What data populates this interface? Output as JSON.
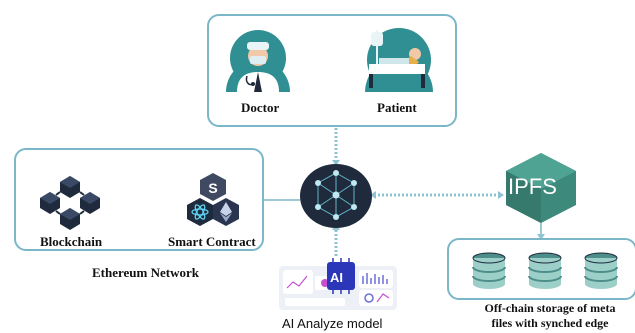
{
  "top_box": {
    "doctor_label": "Doctor",
    "patient_label": "Patient"
  },
  "left_box": {
    "blockchain_label": "Blockchain",
    "smart_contract_label": "Smart Contract"
  },
  "ethereum_network_label": "Ethereum Network",
  "ipfs": {
    "label": "IPFS",
    "storage_caption_line1": "Off-chain storage of meta",
    "storage_caption_line2": "files with synched edge"
  },
  "ai": {
    "chip_label": "AI",
    "caption": "AI Analyze model"
  },
  "colors": {
    "teal_outline": "#7bb7c9",
    "dark_navy": "#1f2a3c",
    "teal_circle": "#2f8f92",
    "ipfs_green": "#3d8a7c",
    "dotted_connector": "#7bb7c9"
  }
}
